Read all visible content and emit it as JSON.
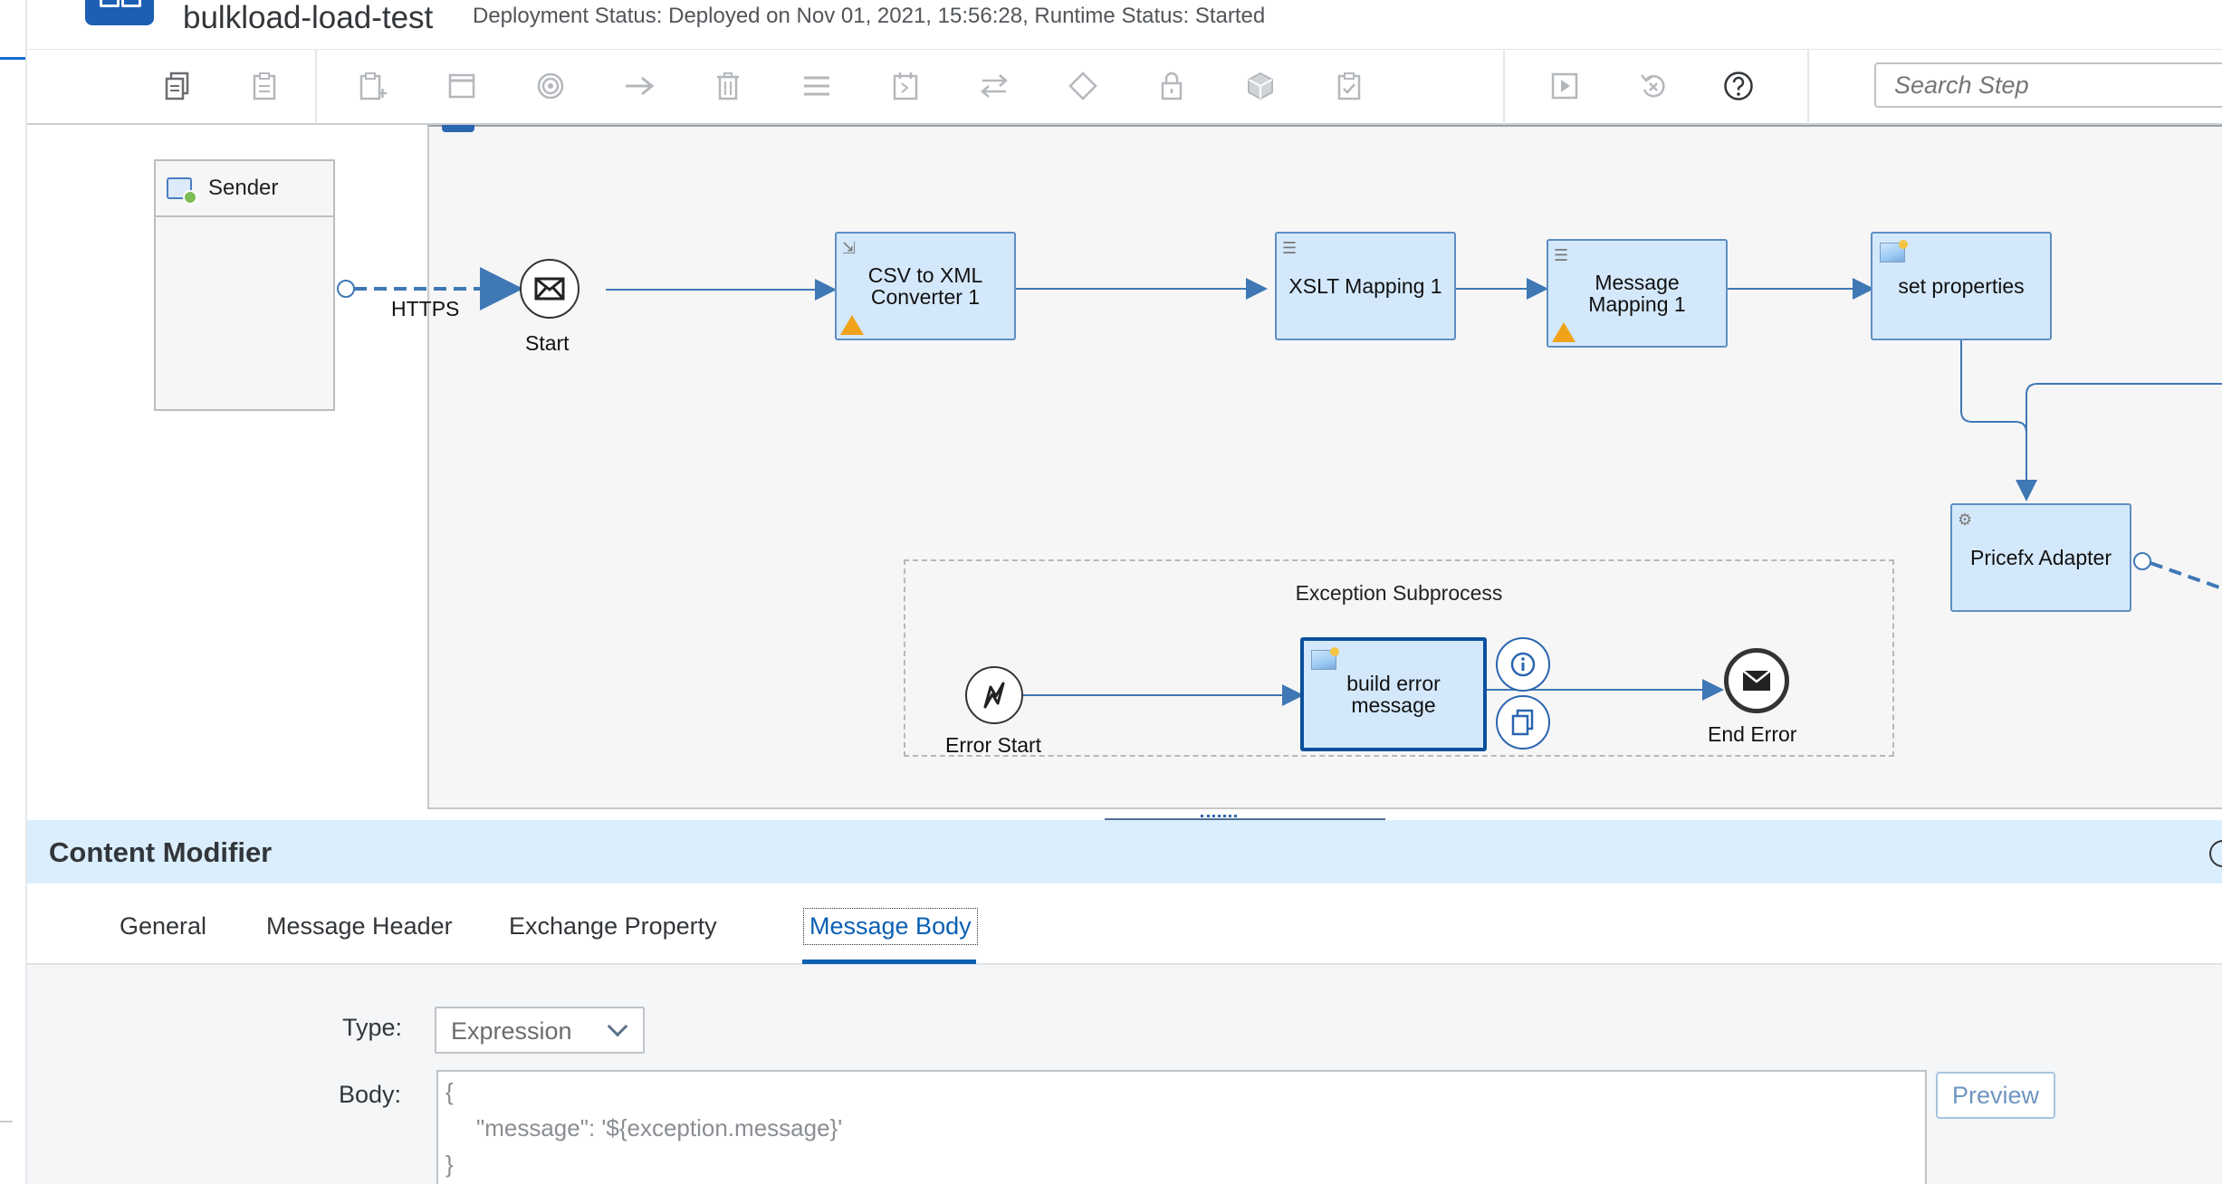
{
  "header": {
    "title": "bulkload-load-test",
    "deployment_status": "Deployment Status: Deployed on Nov 01, 2021, 15:56:28, Runtime Status: Started"
  },
  "toolbar": {
    "search_placeholder": "Search Step",
    "icons": [
      "copy-icon",
      "paste-icon",
      "add-step-icon",
      "window-icon",
      "target-icon",
      "arrow-right-icon",
      "trash-icon",
      "menu-icon",
      "calendar-icon",
      "swap-icon",
      "diamond-icon",
      "lock-icon",
      "cube-icon",
      "clipboard-check-icon",
      "play-icon",
      "undo-icon",
      "help-icon"
    ]
  },
  "canvas": {
    "sender": {
      "label": "Sender"
    },
    "connection": {
      "label": "HTTPS"
    },
    "start": {
      "label": "Start"
    },
    "steps": [
      {
        "label": "CSV to XML Converter 1"
      },
      {
        "label": "XSLT Mapping 1"
      },
      {
        "label": "Message Mapping 1"
      },
      {
        "label": "set properties"
      },
      {
        "label": "Pricefx Adapter"
      }
    ],
    "exception": {
      "title": "Exception Subprocess",
      "error_start": "Error Start",
      "build_error": "build error message",
      "end_error": "End Error"
    }
  },
  "panel": {
    "title": "Content Modifier",
    "tabs": [
      {
        "label": "General"
      },
      {
        "label": "Message Header"
      },
      {
        "label": "Exchange Property"
      },
      {
        "label": "Message Body",
        "active": true
      }
    ],
    "type_label": "Type:",
    "type_value": "Expression",
    "body_label": "Body:",
    "body_lines": [
      "{",
      "\"message\": '${exception.message}'",
      "}"
    ],
    "preview_label": "Preview"
  },
  "colors": {
    "accent": "#0a6ed1",
    "step_fill": "#d4e8fb",
    "step_border": "#5e8fc2",
    "flow_line": "#3f78b5",
    "panel_header": "#dbeefd",
    "warning": "#f0a31a"
  }
}
